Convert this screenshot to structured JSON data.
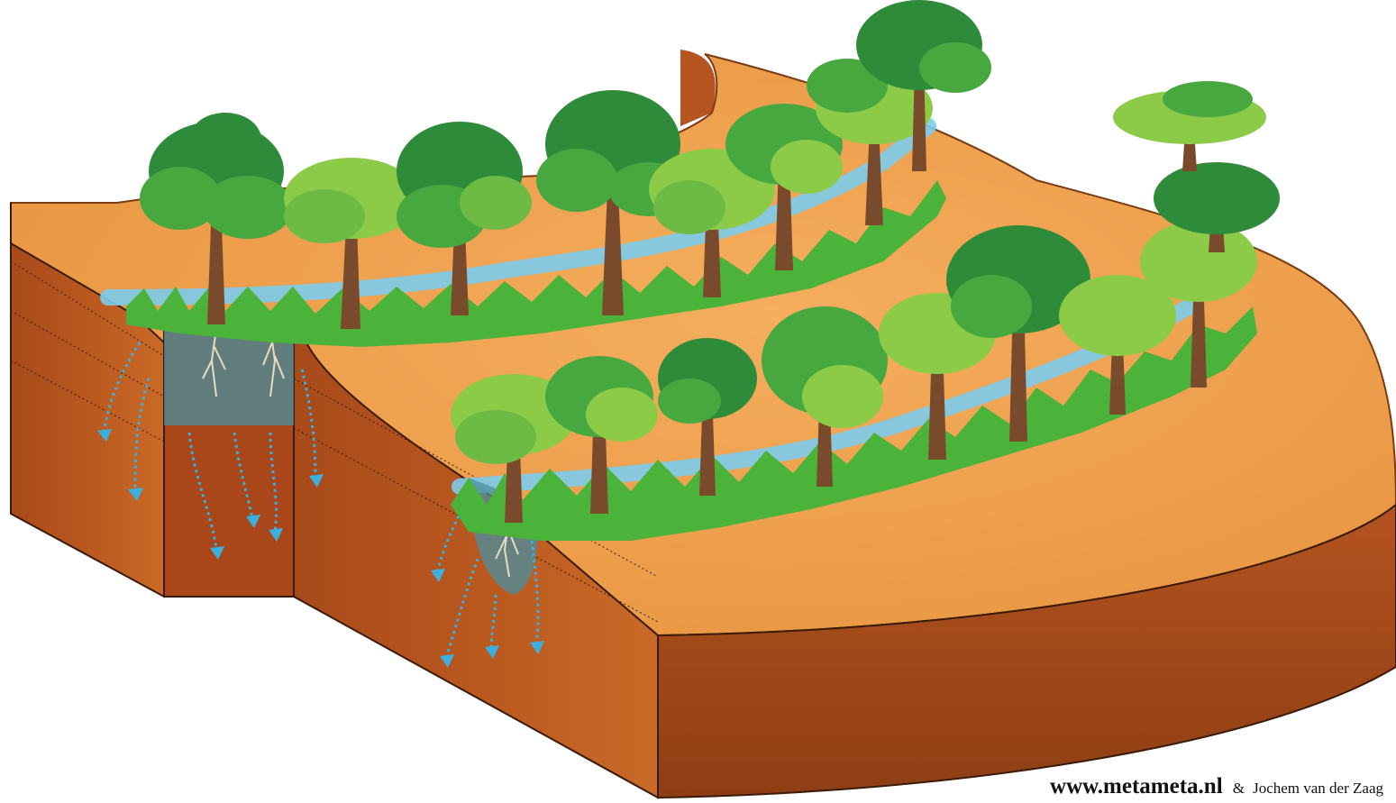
{
  "diagram": {
    "subject": "soil block with tree-lined water trenches",
    "colors": {
      "soil_top": "#EFA04F",
      "soil_side": "#B5541F",
      "soil_side_dark": "#8E3E14",
      "water": "#4FB6E0",
      "water_fill": "#4A8FA0",
      "grass": "#4CB33A",
      "leaf_dark": "#2E8B3A",
      "leaf_mid": "#47A83F",
      "leaf_light": "#8CCB48",
      "trunk": "#7A4A2C",
      "flow_arrow": "#3BB0E0"
    }
  },
  "credit": {
    "url": "www.metameta.nl",
    "amp": "&",
    "author": "Jochem van der Zaag"
  }
}
